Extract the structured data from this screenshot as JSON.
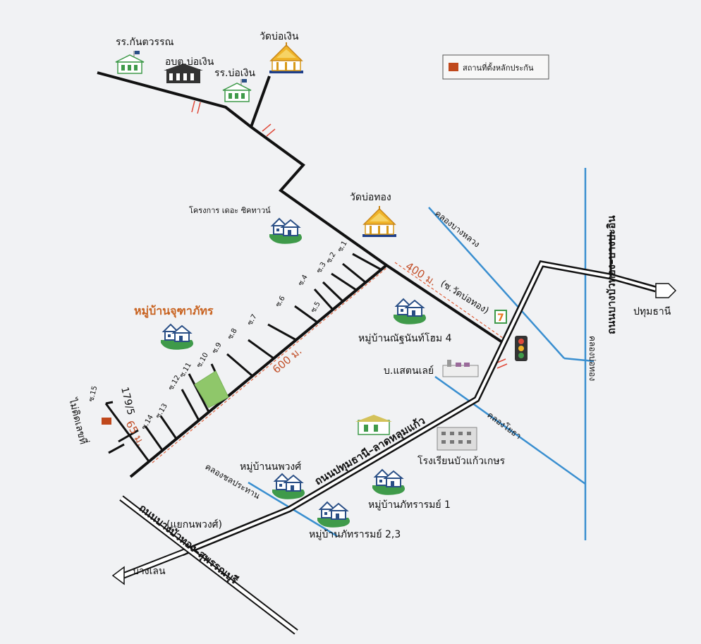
{
  "legend": {
    "label": "สถานที่ตั้งหลักประกัน",
    "marker_color": "#c0481c"
  },
  "places": {
    "school_kantawan": "รร.กันตวรรณ",
    "obt_bo_ngoen": "อบต.บ่อเงิน",
    "school_bo_ngoen": "รร.บ่อเงิน",
    "wat_bo_ngoen": "วัดบ่อเงิน",
    "wat_bo_thong": "วัดบ่อทอง",
    "project_city_town": "โครงการ เดอะ ซิคทาวน์",
    "village_jutha": "หมู่บ้านจุฑาภัทร",
    "village_nanthom": "หมู่บ้านณัฐนันท์โฮม 4",
    "company_stainless": "บ.แสตนเลย์",
    "school_buakaew": "โรงเรียนบัวแก้วเกษร",
    "village_nopphawong": "หมู่บ้านนพวงศ์",
    "village_pattharam1": "หมู่บ้านภัทรารมย์ 1",
    "village_pattharam23": "หมู่บ้านภัทรารมย์ 2,3",
    "junction_nopphawong": "(แยกนพวงศ์)",
    "no_number": "ไม่ติดเลขที่",
    "house_number": "179/5"
  },
  "roads": {
    "pathum_latlum": "ถนนปทุมธานี–ลาดหลุมแก้ว",
    "bangbuathong_suphan": "ถนนบางบัวทอง–สุพรรณบุรี",
    "bangbuathong_bangpa": "ถนนบางบัวทอง–บางปะอิน",
    "to_pathum": "ปทุมธานี",
    "to_banglen": "บางเลน"
  },
  "canals": {
    "bang_luang": "คลองบางหลวง",
    "bo_thong": "คลองบ่อทอง",
    "khlong_tha": "คลองโยธา",
    "chon_prathan": "คลองชลประทาน"
  },
  "soi": [
    "ซ.1",
    "ซ.2",
    "ซ.3",
    "ซ.4",
    "ซ.5",
    "ซ.6",
    "ซ.7",
    "ซ.8",
    "ซ.9",
    "ซ.10",
    "ซ.11",
    "ซ.12",
    "ซ.13",
    "ซ.14",
    "ซ.15"
  ],
  "distances": {
    "d400": "400 ม.",
    "soi_bo_thong": "(ซ.วัดบ่อทอง)",
    "d600": "600 ม.",
    "d65": "65 ม."
  },
  "icons": {
    "store": "7",
    "store_color": "#e87722",
    "house_color": "#2a4f86",
    "lawn_color": "#3f9a4a",
    "canal_color": "#3a8fd0",
    "temple_color": "#e6a21f",
    "parcel_color": "#8fc76a"
  }
}
